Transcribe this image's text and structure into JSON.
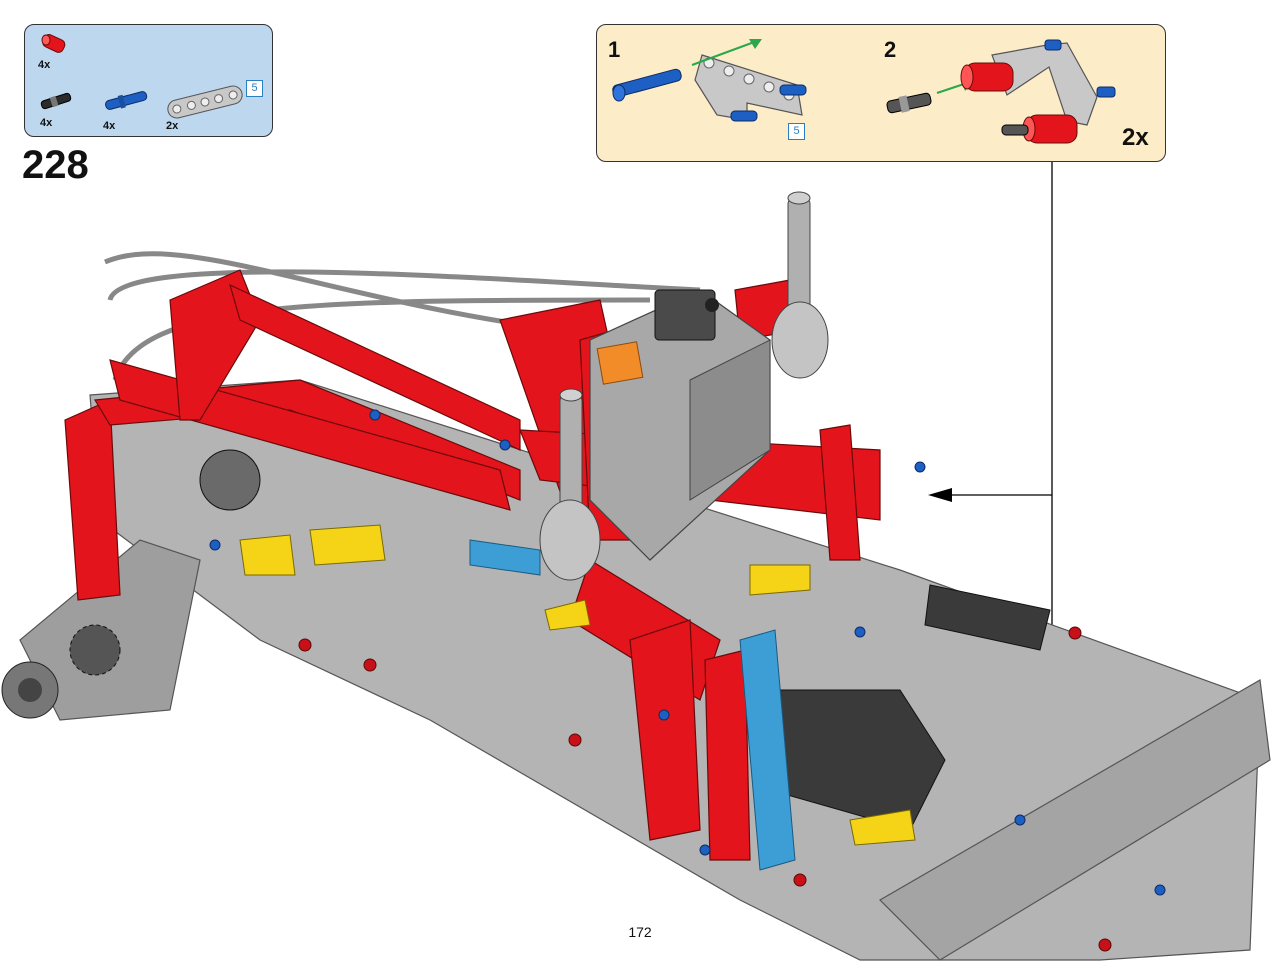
{
  "parts_list": {
    "items": [
      {
        "name": "red-axle-connector",
        "qty": "4x"
      },
      {
        "name": "black-pin-with-bush",
        "qty": "4x"
      },
      {
        "name": "blue-axle-pin",
        "qty": "4x"
      },
      {
        "name": "gray-liftarm-5",
        "qty": "2x",
        "length": "5"
      }
    ]
  },
  "step": {
    "number": "228"
  },
  "subassembly": {
    "steps": [
      {
        "number": "1",
        "length": "5"
      },
      {
        "number": "2"
      }
    ],
    "multiplier": "2x"
  },
  "page": {
    "number": "172"
  },
  "colors": {
    "parts_bg": "#bcd7ee",
    "sub_bg": "#fcecc8",
    "technic_red": "#e3141c",
    "technic_gray": "#a8a8a8",
    "technic_blue": "#1e5fc4",
    "technic_yellow": "#f5d418",
    "technic_dark": "#3a3a3a",
    "technic_azure": "#3d9ed6"
  }
}
